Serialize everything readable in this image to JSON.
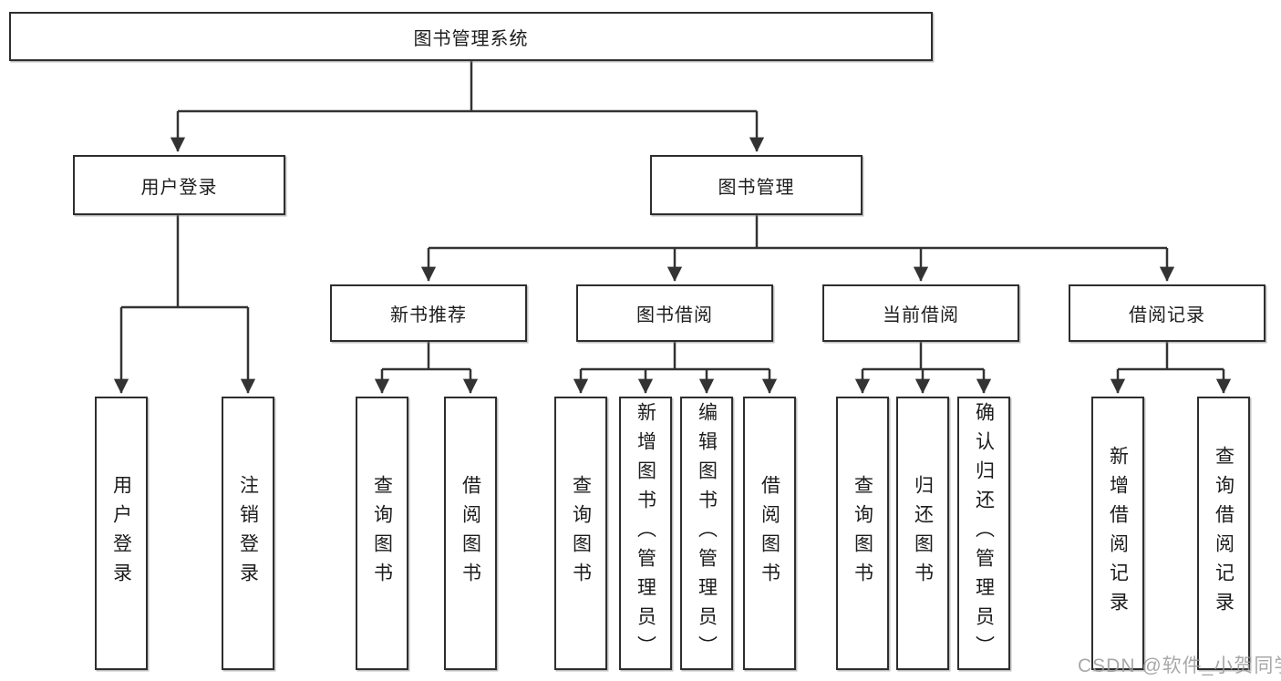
{
  "colors": {
    "background": "#ffffff",
    "line": "#333333",
    "box_border": "#2e2e2e",
    "text": "#1c1c1c",
    "watermark": "#9a9a9a"
  },
  "tree": {
    "root": {
      "label": "图书管理系统",
      "children": [
        {
          "label": "用户登录",
          "children": [
            {
              "label": "用户登录"
            },
            {
              "label": "注销登录"
            }
          ]
        },
        {
          "label": "图书管理",
          "children": [
            {
              "label": "新书推荐",
              "children": [
                {
                  "label": "查询图书"
                },
                {
                  "label": "借阅图书"
                }
              ]
            },
            {
              "label": "图书借阅",
              "children": [
                {
                  "label": "查询图书"
                },
                {
                  "label": "新增图书（管理员）"
                },
                {
                  "label": "编辑图书（管理员）"
                },
                {
                  "label": "借阅图书"
                }
              ]
            },
            {
              "label": "当前借阅",
              "children": [
                {
                  "label": "查询图书"
                },
                {
                  "label": "归还图书"
                },
                {
                  "label": "确认归还（管理员）"
                }
              ]
            },
            {
              "label": "借阅记录",
              "children": [
                {
                  "label": "新增借阅记录"
                },
                {
                  "label": "查询借阅记录"
                }
              ]
            }
          ]
        }
      ]
    }
  },
  "watermark": {
    "text": "CSDN @软件_小贺同学"
  }
}
